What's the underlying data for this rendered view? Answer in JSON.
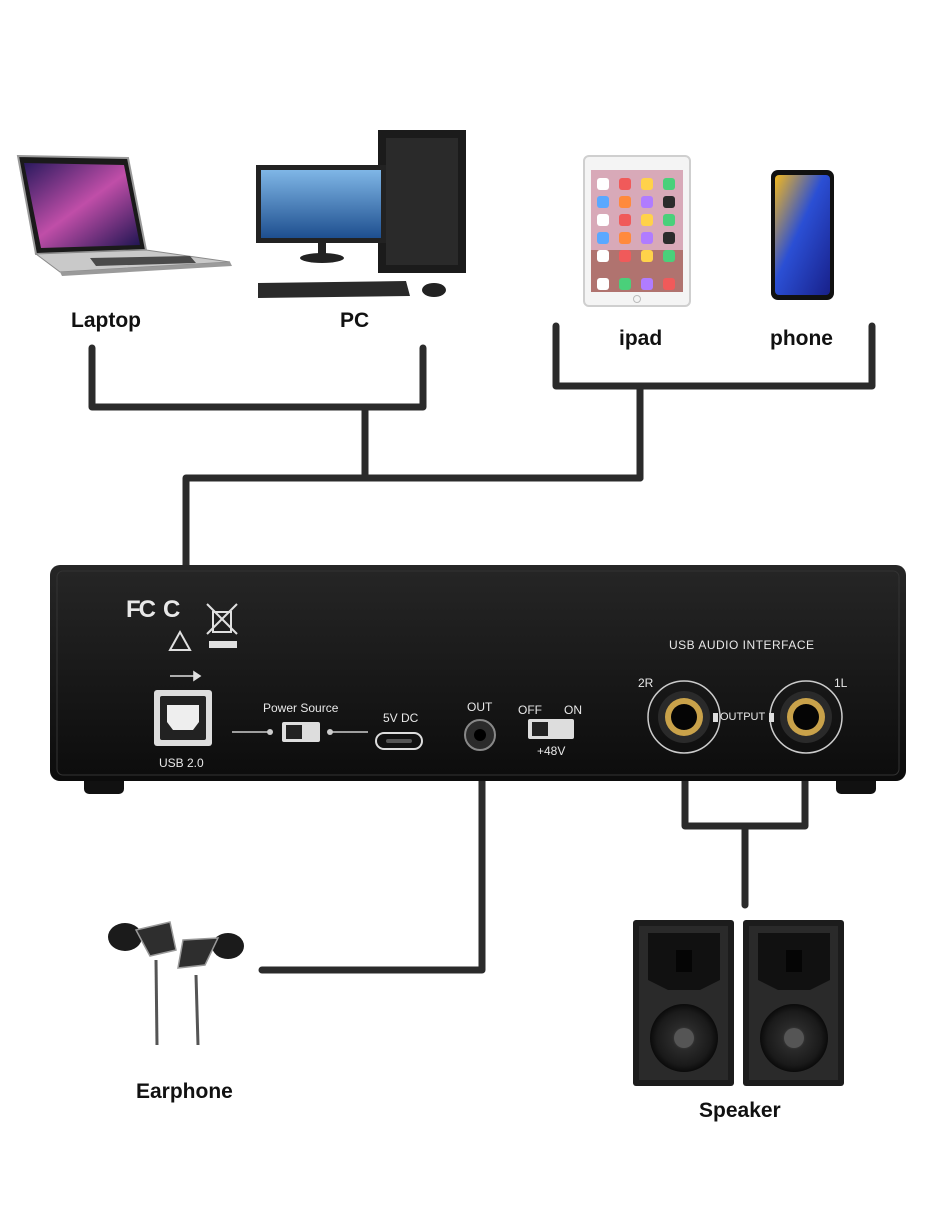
{
  "devices": {
    "laptop": "Laptop",
    "pc": "PC",
    "ipad": "ipad",
    "phone": "phone",
    "earphone": "Earphone",
    "speaker": "Speaker"
  },
  "panel": {
    "usb_label": "USB 2.0",
    "power_source": "Power Source",
    "dc_label": "5V DC",
    "out_label": "OUT",
    "off_label": "OFF",
    "on_label": "ON",
    "phantom_label": "+48V",
    "title": "USB AUDIO INTERFACE",
    "right_out": "2R",
    "left_out": "1L",
    "output_label": "OUTPUT",
    "fcc_mark": "FC",
    "ce_mark": "C"
  },
  "colors": {
    "cable": "#2b2b2b",
    "panel": "#141414",
    "jack_gold": "#c9a24a"
  }
}
